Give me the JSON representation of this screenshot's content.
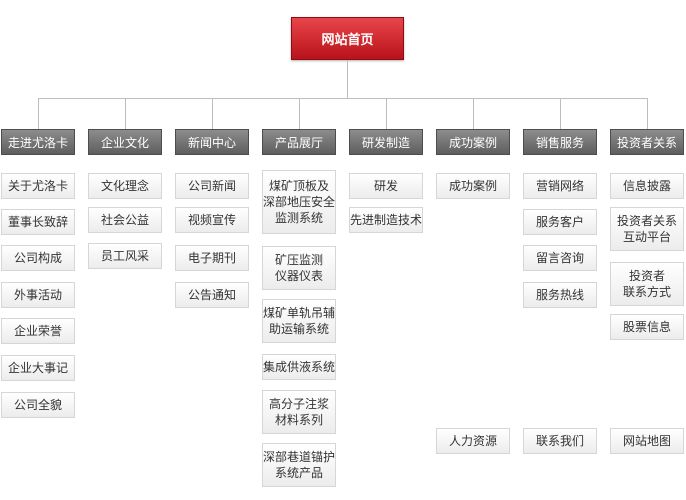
{
  "root": {
    "label": "网站首页"
  },
  "categories": [
    {
      "label": "走进尤洛卡",
      "items": [
        "关于尤洛卡",
        "董事长致辞",
        "公司构成",
        "外事活动",
        "企业荣誉",
        "企业大事记",
        "公司全貌"
      ]
    },
    {
      "label": "企业文化",
      "items": [
        "文化理念",
        "社会公益",
        "员工风采"
      ]
    },
    {
      "label": "新闻中心",
      "items": [
        "公司新闻",
        "视频宣传",
        "电子期刊",
        "公告通知"
      ]
    },
    {
      "label": "产品展厅",
      "items": [
        "煤矿顶板及\n深部地压安全\n监测系统",
        "矿压监测\n仪器仪表",
        "煤矿单轨吊辅\n助运输系统",
        "集成供液系统",
        "高分子注浆\n材料系列",
        "深部巷道锚护\n系统产品"
      ]
    },
    {
      "label": "研发制造",
      "items": [
        "研发",
        "先进制造技术"
      ]
    },
    {
      "label": "成功案例",
      "items": [
        "成功案例",
        "人力资源"
      ]
    },
    {
      "label": "销售服务",
      "items": [
        "营销网络",
        "服务客户",
        "留言咨询",
        "服务热线",
        "联系我们"
      ]
    },
    {
      "label": "投资者关系",
      "items": [
        "信息披露",
        "投资者关系\n互动平台",
        "投资者\n联系方式",
        "股票信息",
        "网站地图"
      ]
    }
  ],
  "colors": {
    "root_bg": "#c8171f",
    "category_bg": "#6f6f6f",
    "item_bg": "#f2f2f2",
    "connector": "#bdbdbd"
  }
}
